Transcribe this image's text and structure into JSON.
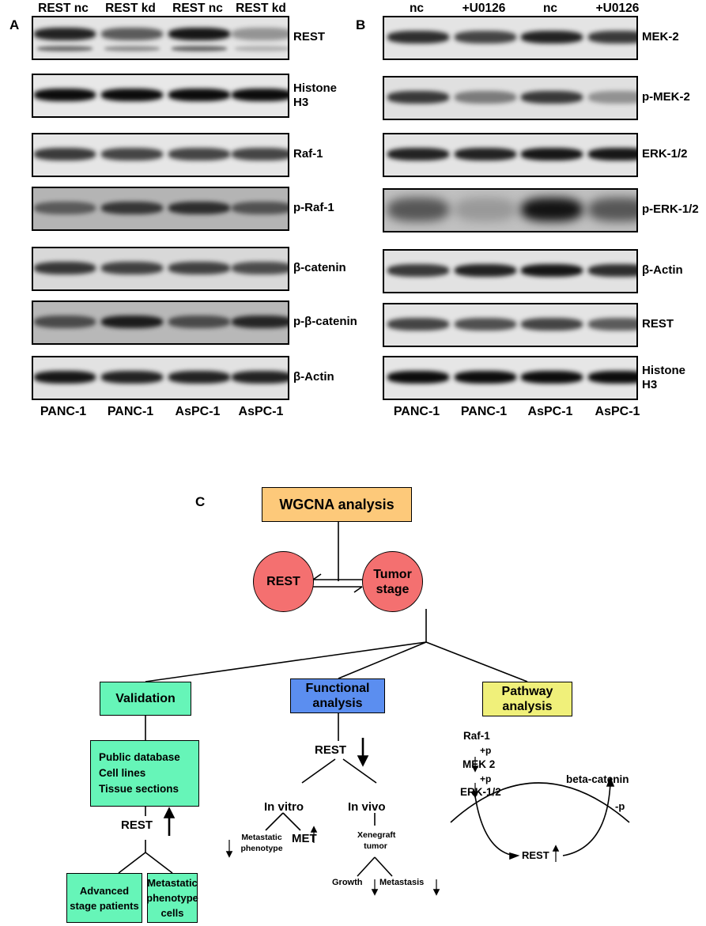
{
  "panel_a": {
    "letter": "A",
    "lanes": [
      "REST nc",
      "REST kd",
      "REST nc",
      "REST kd"
    ],
    "blots": [
      {
        "label": "REST",
        "bg": "#e4e4e4",
        "bands": [
          0.85,
          0.6,
          0.9,
          0.35
        ],
        "double": true
      },
      {
        "label": "Histone H3",
        "bg": "#e8e8e8",
        "bands": [
          0.95,
          0.95,
          0.95,
          0.95
        ]
      },
      {
        "label": "Raf-1",
        "bg": "#e6e6e6",
        "bands": [
          0.75,
          0.7,
          0.7,
          0.7
        ]
      },
      {
        "label": "p-Raf-1",
        "bg": "#b4b4b4",
        "bands": [
          0.5,
          0.7,
          0.75,
          0.55
        ]
      },
      {
        "label": "β-catenin",
        "bg": "#d8d8d8",
        "bands": [
          0.75,
          0.7,
          0.7,
          0.65
        ]
      },
      {
        "label": "p-β-catenin",
        "bg": "#b8b8b8",
        "bands": [
          0.6,
          0.85,
          0.6,
          0.8
        ]
      },
      {
        "label": "β-Actin",
        "bg": "#e2e2e2",
        "bands": [
          0.9,
          0.85,
          0.85,
          0.85
        ]
      }
    ],
    "cells": [
      "PANC-1",
      "PANC-1",
      "AsPC-1",
      "AsPC-1"
    ]
  },
  "panel_b": {
    "letter": "B",
    "lanes": [
      "nc",
      "+U0126",
      "nc",
      "+U0126"
    ],
    "blots": [
      {
        "label": "MEK-2",
        "bg": "#e4e4e4",
        "bands": [
          0.8,
          0.7,
          0.85,
          0.75
        ]
      },
      {
        "label": "p-MEK-2",
        "bg": "#e0e0e0",
        "bands": [
          0.75,
          0.45,
          0.75,
          0.35
        ]
      },
      {
        "label": "ERK-1/2",
        "bg": "#e4e4e4",
        "bands": [
          0.85,
          0.85,
          0.9,
          0.9
        ]
      },
      {
        "label": "p-ERK-1/2",
        "bg": "#c0c0c0",
        "bands": [
          0.55,
          0.2,
          0.9,
          0.55
        ],
        "smear": true
      },
      {
        "label": "β-Actin",
        "bg": "#e2e2e2",
        "bands": [
          0.75,
          0.85,
          0.9,
          0.8
        ]
      },
      {
        "label": "REST",
        "bg": "#e4e4e4",
        "bands": [
          0.7,
          0.65,
          0.7,
          0.6
        ]
      },
      {
        "label": "Histone H3",
        "bg": "#e6e6e6",
        "bands": [
          0.95,
          0.95,
          0.95,
          0.95
        ]
      }
    ],
    "cells": [
      "PANC-1",
      "PANC-1",
      "AsPC-1",
      "AsPC-1"
    ]
  },
  "panel_c": {
    "letter": "C",
    "wgcna": "WGCNA analysis",
    "rest_circle": "REST",
    "tumor_circle": "Tumor stage",
    "validation": "Validation",
    "functional": "Functional analysis",
    "pathway": "Pathway analysis",
    "validation_list": [
      "Public database",
      "Cell lines",
      "Tissue sections"
    ],
    "rest_up_left": "REST",
    "advanced": "Advanced stage patients",
    "metastatic_cells": "Metastatic phenotype cells",
    "rest_down_mid": "REST",
    "in_vitro": "In vitro",
    "in_vivo": "In vivo",
    "metastatic_phenotype": "Metastatic phenotype",
    "met": "MET",
    "xenograft": "Xenegraft tumor",
    "growth": "Growth",
    "metastasis": "Metastasis",
    "raf1": "Raf-1",
    "plus_p_1": "+p",
    "mek2": "MEK 2",
    "plus_p_2": "+p",
    "erk12": "ERK-1/2",
    "rest_pathway": "REST",
    "beta_catenin": "beta-catenin",
    "minus_p": "-p",
    "colors": {
      "wgcna": "#fdc97a",
      "circle": "#f47070",
      "green": "#66f5b8",
      "blue": "#5b8ef0",
      "yellow": "#f0f07a"
    }
  }
}
